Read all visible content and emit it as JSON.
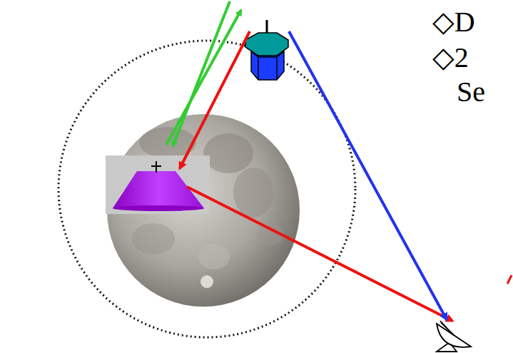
{
  "diagram": {
    "labels": [
      "◇D",
      "◇2",
      "Se"
    ]
  }
}
